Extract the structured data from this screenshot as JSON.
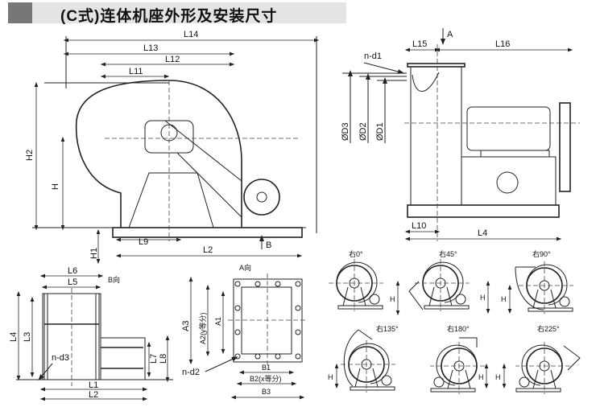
{
  "title": "(C式)连体机座外形及安装尺寸",
  "front_view": {
    "L14": "L14",
    "L13": "L13",
    "L12": "L12",
    "L11": "L11",
    "H2": "H2",
    "H": "H",
    "H1": "H1",
    "L9": "L9",
    "L2": "L2",
    "B": "B"
  },
  "side_view": {
    "A": "A",
    "L15": "L15",
    "L16": "L16",
    "n_d1": "n-d1",
    "D3": "ØD3",
    "D2": "ØD2",
    "D1": "ØD1",
    "L10": "L10",
    "L4": "L4"
  },
  "base_view": {
    "L6": "L6",
    "L5": "L5",
    "B_dir": "B向",
    "L4": "L4",
    "L3": "L3",
    "n_d3": "n-d3",
    "L7": "L7",
    "L8": "L8",
    "L1": "L1",
    "L2": "L2"
  },
  "flange_view": {
    "A_dir": "A向",
    "A3": "A3",
    "A2": "A2(y等分)",
    "A1": "A1",
    "n_d2": "n-d2",
    "B1": "B1",
    "B2": "B2(x等分)",
    "B3": "B3"
  },
  "rotations": {
    "items": [
      {
        "label": "右0°"
      },
      {
        "label": "右45°"
      },
      {
        "label": "右90°"
      },
      {
        "label": "右135°"
      },
      {
        "label": "右180°"
      },
      {
        "label": "右225°"
      }
    ],
    "height_label": "H"
  }
}
